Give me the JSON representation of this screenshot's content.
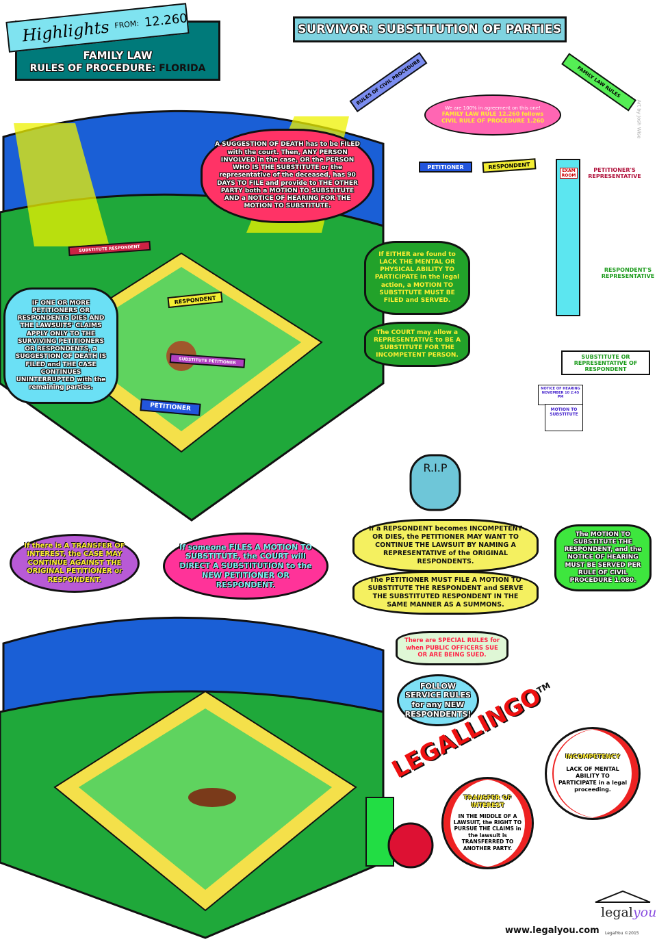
{
  "header": {
    "highlights": "Highlights",
    "from_label": "FROM:",
    "rule_number": "12.260",
    "line1": "FAMILY LAW",
    "line2": "RULES OF PROCEDURE:",
    "state": "FLORIDA"
  },
  "title": "SURVIVOR: SUBSTITUTION OF PARTIES",
  "ribbons": {
    "civil": "RULES OF CIVIL PROCEDURE",
    "family": "FAMILY LAW RULES",
    "petitioner": "PETITIONER",
    "respondent": "RESPONDENT",
    "exam_room": "EXAM ROOM",
    "substitute_rep": "SUBSTITUTE OR REPRESENTATIVE OF RESPONDENT"
  },
  "credit": "Art by Josh Wise",
  "agreement": {
    "line1": "We are 100% in agreement on this one!",
    "line2": "FAMILY LAW RULE 12.260 follows",
    "line3": "CIVIL RULE OF PROCEDURE 1.260"
  },
  "field_labels": {
    "substitute_respondent": "SUBSTITUTE RESPONDENT",
    "respondent": "RESPONDENT",
    "substitute_petitioner": "SUBSTITUTE PETITIONER",
    "petitioner": "PETITIONER"
  },
  "bubbles": {
    "suggestion_of_death": "A SUGGESTION OF DEATH has to be FILED with the court. Then, ANY PERSON INVOLVED in the case, OR the PERSON WHO IS THE SUBSTITUTE or the representative of the deceased, has 90 DAYS TO FILE and provide to THE OTHER PARTY both a MOTION TO SUBSTITUTE AND a NOTICE OF HEARING FOR THE MOTION TO SUBSTITUTE.",
    "one_or_more": "IF ONE OR MORE PETITIONERS OR RESPONDENTS DIES AND THE LAWSUITS' CLAIMS APPLY ONLY TO THE SURVIVING PETITIONERS OR RESPONDENTS, a SUGGESTION OF DEATH IS FILED and THE CASE CONTINUES UNINTERRUPTED with the remaining parties.",
    "lack_ability": "If EITHER are found to LACK THE MENTAL OR PHYSICAL ABILITY TO PARTICIPATE in the legal action, a MOTION TO SUBSTITUTE MUST BE FILED and SERVED.",
    "court_may_allow": "The COURT may allow a REPRESENTATIVE to BE A SUBSTITUTE FOR THE INCOMPETENT PERSON.",
    "respondent_incompetent": "If a REPSONDENT becomes INCOMPETENT OR DIES, the PETITIONER MAY WANT TO CONTINUE THE LAWSUIT BY NAMING A REPRESENTATIVE of the ORIGINAL RESPONDENTS.",
    "must_file": "The PETITIONER MUST FILE A MOTION TO SUBSTITUTE THE RESPONDENT and SERVE THE SUBSTITUTED RESPONDENT IN THE SAME MANNER AS A SUMMONS.",
    "motion_served": "The MOTION TO SUBSTITUTE THE RESPONDENT, and the NOTICE OF HEARING MUST BE SERVED PER RULE OF CIVIL PROCEDURE 1.080.",
    "transfer": "If there is A TRANSFER OF INTEREST, the CASE MAY CONTINUE AGAINST THE ORIGINAL PETITIONER or RESPONDENT.",
    "files_motion": "If someone FILES A MOTION TO SUBSTITUTE, the COURT will DIRECT A SUBSTITUTION to the NEW PETITIONER OR RESPONDENT.",
    "public_officers": "There are SPECIAL RULES for when PUBLIC OFFICERS SUE OR ARE BEING SUED.",
    "follow_service": "FOLLOW SERVICE RULES for any NEW RESPONDENTS!"
  },
  "reps": {
    "petitioner": "PETITIONER'S REPRESENTATIVE",
    "respondent": "RESPONDENT'S REPRESENTATIVE"
  },
  "papers": {
    "notice": "NOTICE OF HEARING NOVEMBER 10 2:45 PM",
    "motion": "MOTION TO SUBSTITUTE"
  },
  "tombstone": "R.I.P",
  "lingo": {
    "brand": "LEGALLINGO",
    "tm": "TM",
    "incompetency_title": "INCOMPETENCY",
    "incompetency_def": "LACK OF MENTAL ABILITY TO PARTICIPATE in a legal proceeding.",
    "transfer_title": "TRANSFER OF INTEREST",
    "transfer_def": "IN THE MIDDLE OF A LAWSUIT, the RIGHT TO PURSUE THE CLAIMS in the lawsuit is TRANSFERRED TO ANOTHER PARTY."
  },
  "footer": {
    "url": "www.legalyou.com",
    "logo_a": "legal",
    "logo_b": "you",
    "copyright": "LegalYou ©2015"
  },
  "colors": {
    "teal": "#007a7a",
    "cyan": "#7fd8e8",
    "pink": "#ff3366",
    "green": "#22a22a",
    "yellow": "#f4f060",
    "purple": "#b85ad6",
    "hotpink": "#ff3399",
    "grass": "#3cbf3c"
  }
}
